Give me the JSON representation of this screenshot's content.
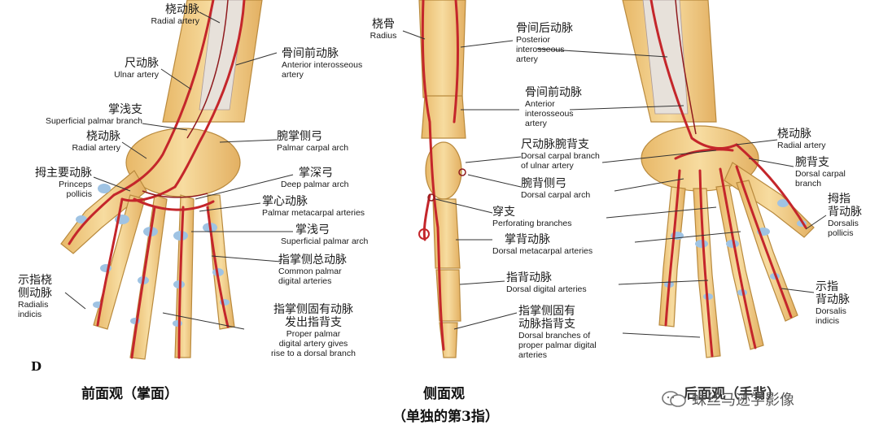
{
  "figure": {
    "panel_letter": "D",
    "captions": {
      "front": "前面观（掌面）",
      "side_line1": "侧面观",
      "side_line2": "（单独的第3指）",
      "back": "后面观（手背）"
    },
    "watermark": "蛛丝马迹学影像",
    "watermark_icon": "wechat-icon"
  },
  "labels": {
    "radial_artery_top": {
      "zh": "桡动脉",
      "en": "Radial artery"
    },
    "ulnar_artery": {
      "zh": "尺动脉",
      "en": "Ulnar artery"
    },
    "superficial_palmar_branch": {
      "zh": "掌浅支",
      "en": "Superficial palmar branch"
    },
    "radial_artery_2": {
      "zh": "桡动脉",
      "en": "Radial artery"
    },
    "princeps_pollicis": {
      "zh": "拇主要动脉",
      "en1": "Princeps",
      "en2": "pollicis"
    },
    "radialis_indicis": {
      "zh1": "示指桡",
      "zh2": "侧动脉",
      "en1": "Radialis",
      "en2": "indicis"
    },
    "anterior_interosseous_front": {
      "zh": "骨间前动脉",
      "en1": "Anterior interosseous",
      "en2": "artery"
    },
    "palmar_carpal_arch": {
      "zh": "腕掌侧弓",
      "en": "Palmar carpal arch"
    },
    "deep_palmar_arch": {
      "zh": "掌深弓",
      "en": "Deep palmar arch"
    },
    "palmar_metacarpal": {
      "zh": "掌心动脉",
      "en": "Palmar metacarpal arteries"
    },
    "superficial_palmar_arch": {
      "zh": "掌浅弓",
      "en": "Superficial palmar arch"
    },
    "common_palmar_digital": {
      "zh": "指掌侧总动脉",
      "en1": "Common palmar",
      "en2": "digital arteries"
    },
    "proper_palmar_digital": {
      "zh1": "指掌侧固有动脉",
      "zh2": "发出指背支",
      "en1": "Proper palmar",
      "en2": "digital artery gives",
      "en3": "rise to a dorsal branch"
    },
    "radius": {
      "zh": "桡骨",
      "en": "Radius"
    },
    "posterior_interosseous": {
      "zh": "骨间后动脉",
      "en1": "Posterior",
      "en2": "interosseous",
      "en3": "artery"
    },
    "anterior_interosseous_mid": {
      "zh": "骨间前动脉",
      "en1": "Anterior",
      "en2": "interosseous",
      "en3": "artery"
    },
    "dorsal_carpal_branch_ulnar": {
      "zh": "尺动脉腕背支",
      "en1": "Dorsal carpal branch",
      "en2": "of ulnar artery"
    },
    "dorsal_carpal_arch": {
      "zh": "腕背侧弓",
      "en": "Dorsal carpal arch"
    },
    "perforating": {
      "zh": "穿支",
      "en": "Perforating branches"
    },
    "dorsal_metacarpal": {
      "zh": "掌背动脉",
      "en": "Dorsal metacarpal arteries"
    },
    "dorsal_digital": {
      "zh": "指背动脉",
      "en": "Dorsal digital arteries"
    },
    "dorsal_branches_proper": {
      "zh1": "指掌侧固有",
      "zh2": "动脉指背支",
      "en1": "Dorsal branches of",
      "en2": "proper palmar digital",
      "en3": "arteries"
    },
    "radial_artery_back": {
      "zh": "桡动脉",
      "en": "Radial artery"
    },
    "dorsal_carpal_branch": {
      "zh": "腕背支",
      "en1": "Dorsal carpal",
      "en2": "branch"
    },
    "dorsalis_pollicis": {
      "zh1": "拇指",
      "zh2": "背动脉",
      "en1": "Dorsalis",
      "en2": "pollicis"
    },
    "dorsalis_indicis": {
      "zh1": "示指",
      "zh2": "背动脉",
      "en1": "Dorsalis",
      "en2": "indicis"
    }
  },
  "colors": {
    "bone": "#f3cf8a",
    "bone_edge": "#b98a3e",
    "cartilage": "#9fc3e3",
    "artery": "#c4262b",
    "artery_dark": "#8f1a1e",
    "tendon": "#d9d9d9",
    "leader": "#333333"
  }
}
